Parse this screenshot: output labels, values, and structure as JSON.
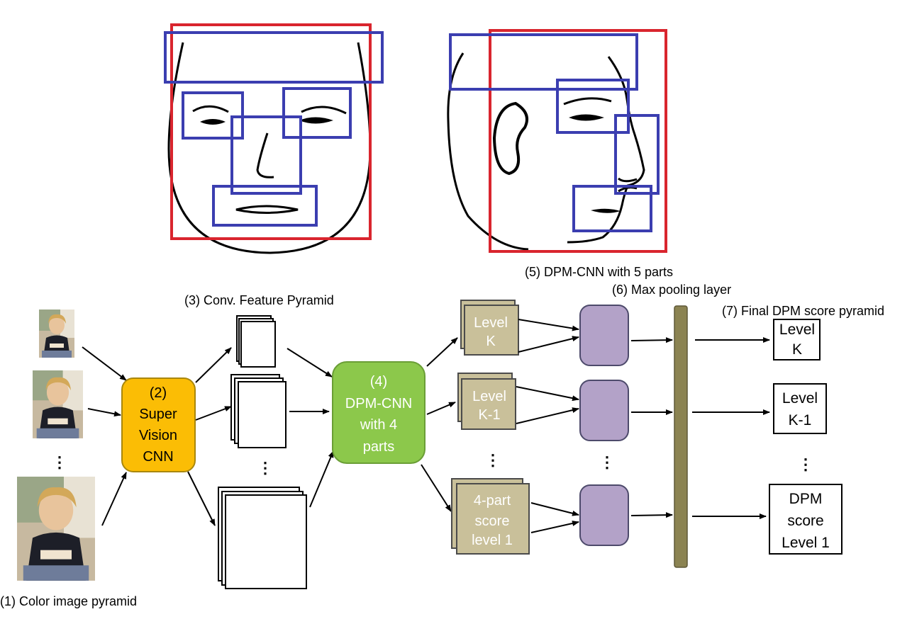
{
  "colors": {
    "face_box": "#d9252e",
    "part_box": "#3b3eb0",
    "supervision": "#fbbd05",
    "dpm_cnn": "#8cc84b",
    "level_box": "#c9c09a",
    "pool_node": "#b3a2c8",
    "max_pool_bar": "#8b8352"
  },
  "labels": {
    "color_pyramid": "(1) Color image pyramid",
    "conv_pyramid": "(3) Conv. Feature Pyramid",
    "dpm5": "(5) DPM-CNN with 5 parts",
    "maxpool": "(6) Max pooling layer",
    "final": "(7) Final DPM score pyramid"
  },
  "supervision": {
    "line1": "(2)",
    "line2": "Super",
    "line3": "Vision",
    "line4": "CNN"
  },
  "dpm4": {
    "line1": "(4)",
    "line2": "DPM-CNN",
    "line3": "with 4",
    "line4": "parts"
  },
  "levels": [
    {
      "line1": "Level",
      "line2": "K"
    },
    {
      "line1": "Level",
      "line2": "K-1"
    },
    {
      "line1": "4-part",
      "line2": "score",
      "line3": "level 1"
    }
  ],
  "outputs": [
    {
      "line1": "Level",
      "line2": "K"
    },
    {
      "line1": "Level",
      "line2": "K-1"
    },
    {
      "line1": "DPM",
      "line2": "score",
      "line3": "Level 1"
    }
  ],
  "ellipsis": "⋮",
  "icons": [
    "frontal-face-sketch",
    "profile-face-sketch",
    "person-photo"
  ]
}
